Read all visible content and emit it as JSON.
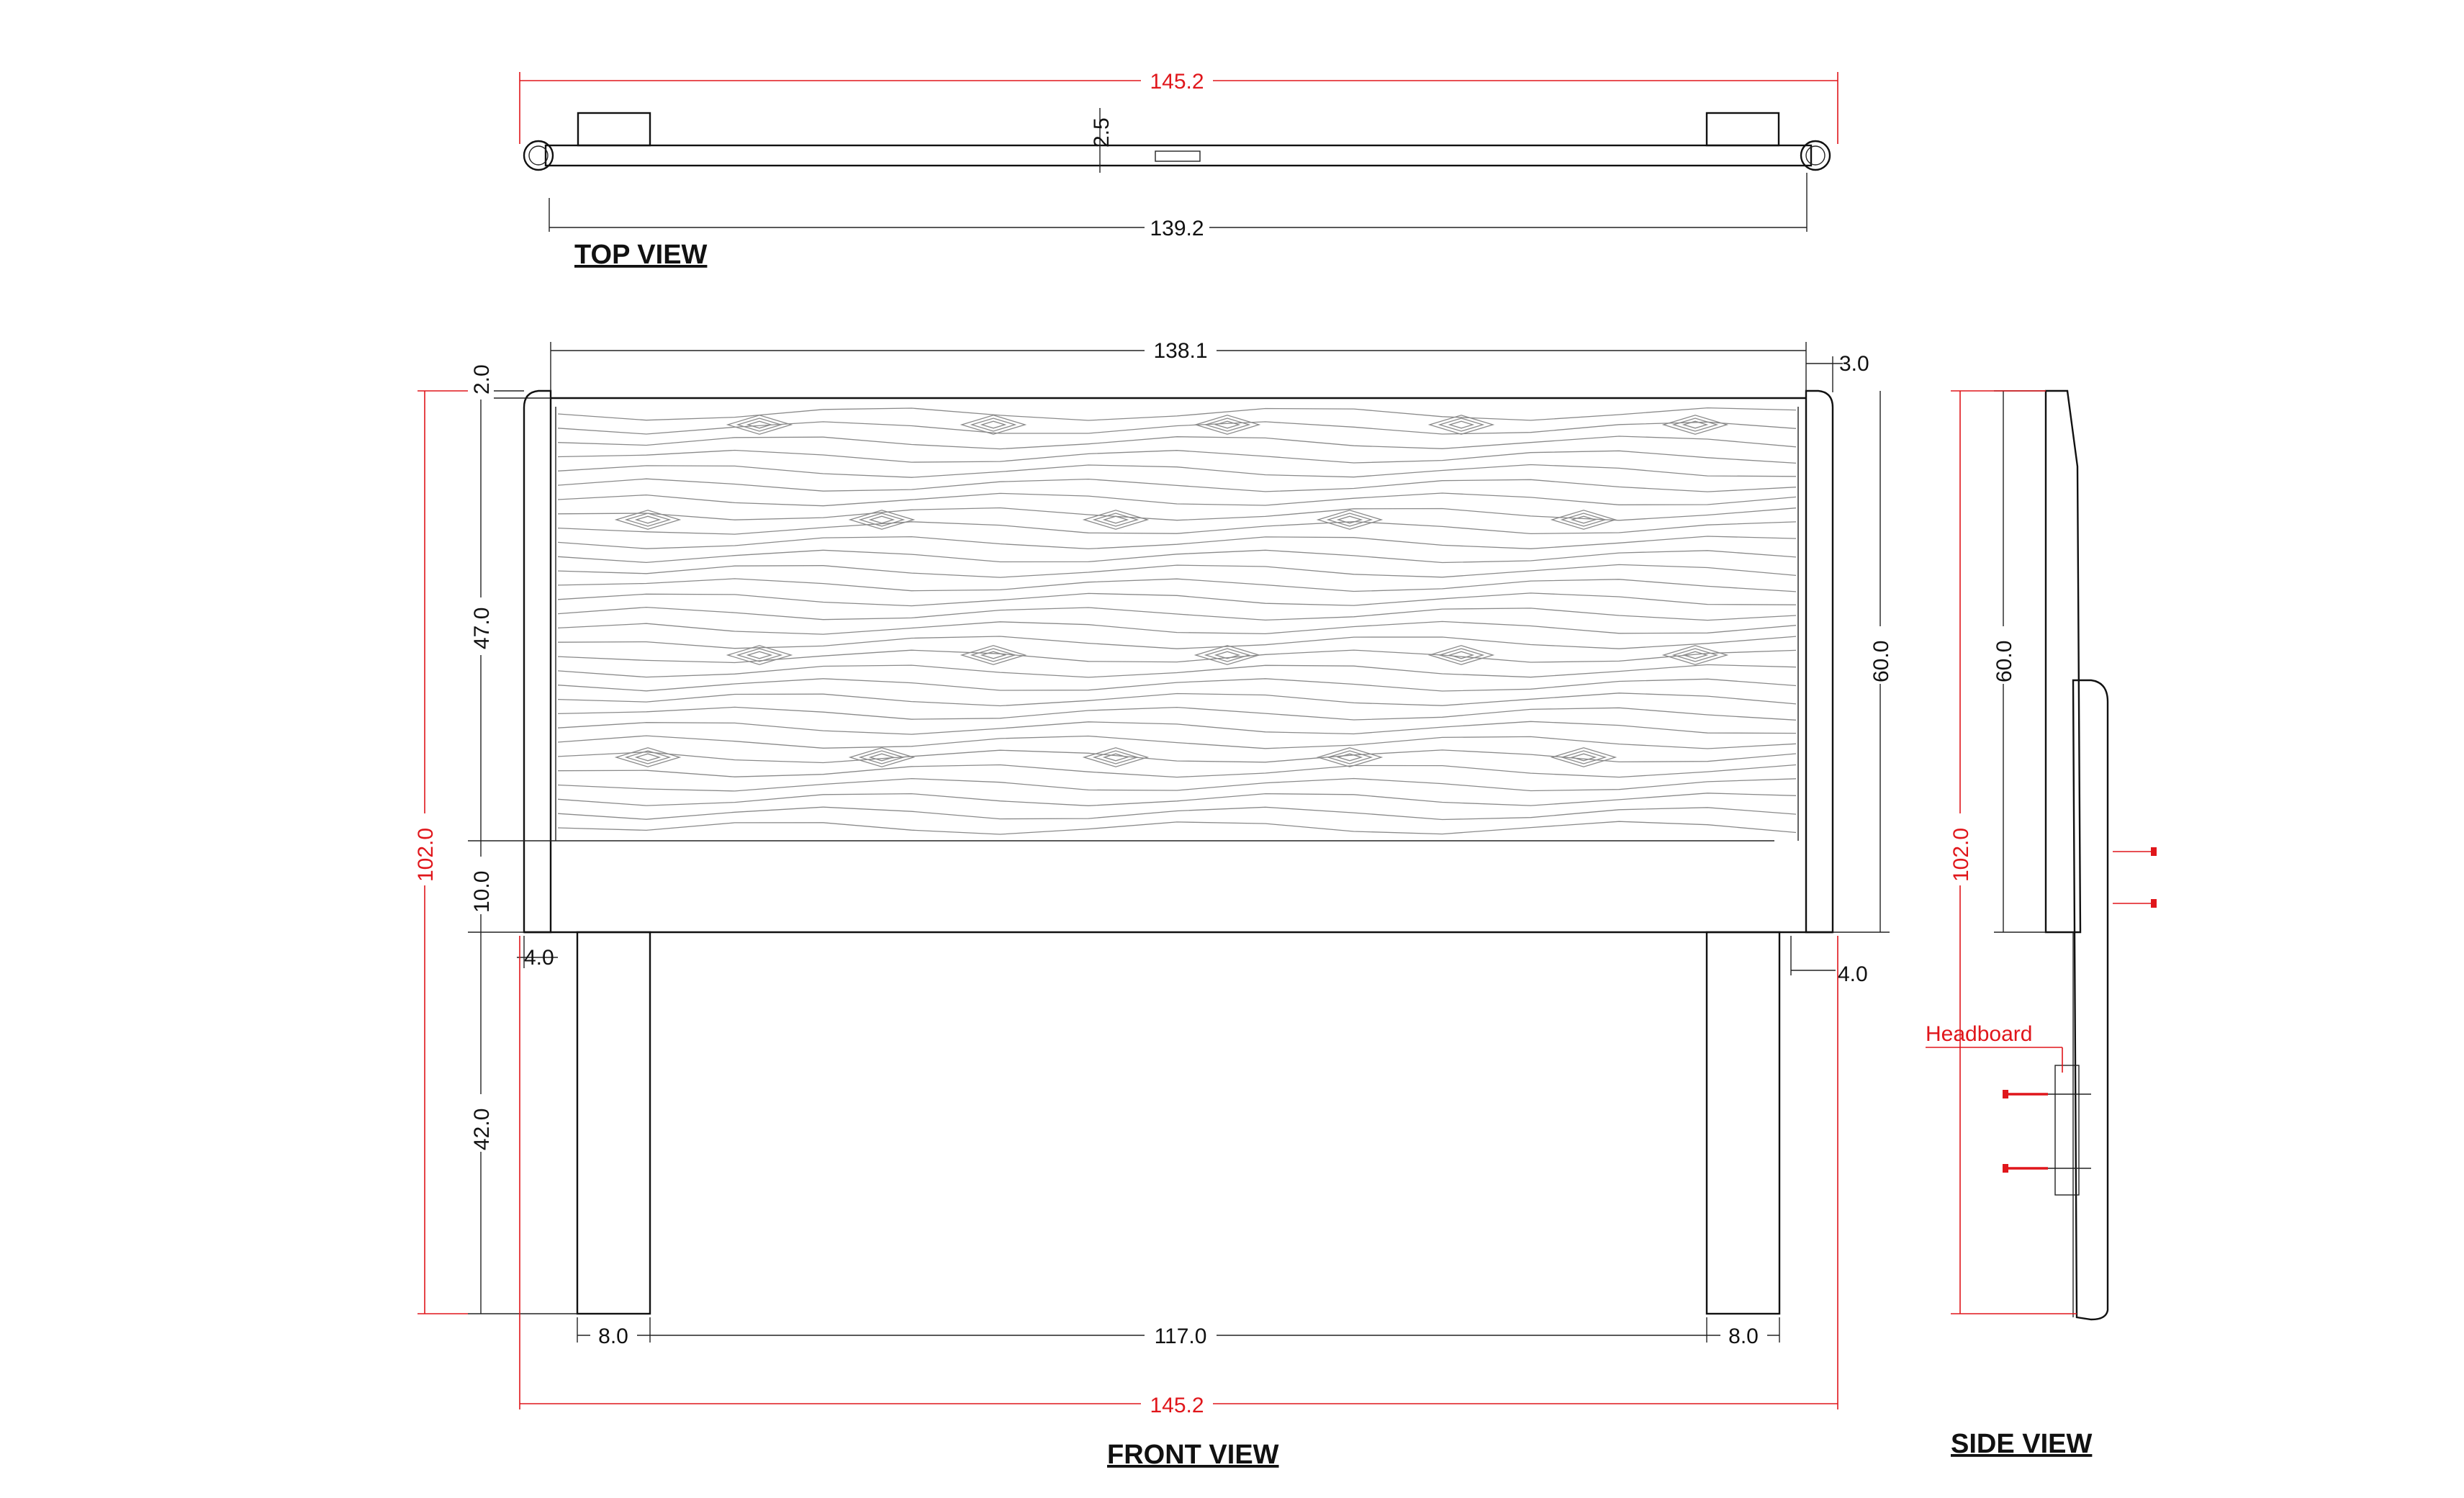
{
  "views": {
    "top": {
      "title": "TOP VIEW",
      "dims": {
        "overall": "145.2",
        "board": "139.2",
        "depth": "2.5"
      }
    },
    "front": {
      "title": "FRONT VIEW",
      "dims": {
        "overall_width": "145.2",
        "panel_width": "138.1",
        "post_top_offset": "3.0",
        "top_gap": "2.0",
        "panel_height": "47.0",
        "bottom_rail": "10.0",
        "overall_height": "102.0",
        "post_inset_left": "4.0",
        "post_inset_right": "4.0",
        "board_height": "60.0",
        "leg_height": "42.0",
        "leg_width_left": "8.0",
        "leg_gap": "117.0",
        "leg_width_right": "8.0"
      }
    },
    "side": {
      "title": "SIDE VIEW",
      "dims": {
        "board_height": "60.0",
        "overall_height": "102.0"
      },
      "label": "Headboard"
    }
  },
  "colors": {
    "line": "#111111",
    "dimension_red": "#e0161b",
    "grain": "#8a8a8a"
  }
}
